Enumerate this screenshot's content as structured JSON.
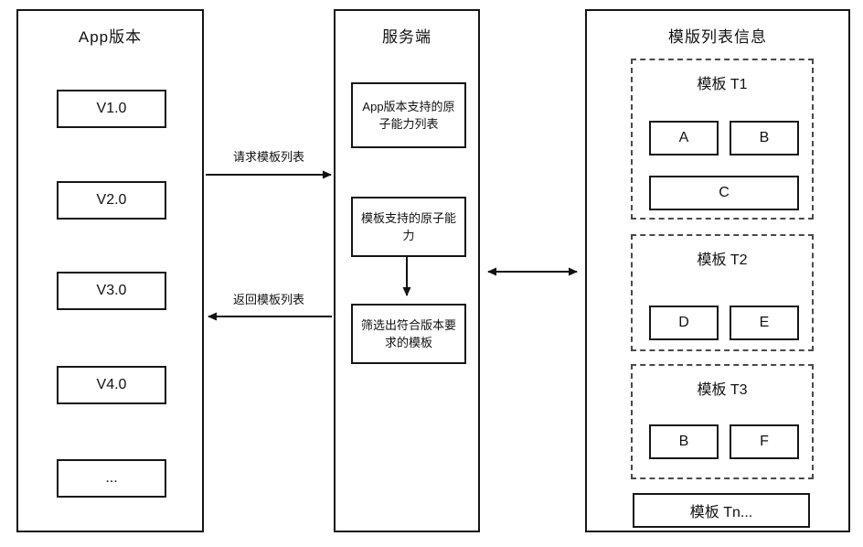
{
  "left_panel": {
    "title": "App版本",
    "versions": [
      "V1.0",
      "V2.0",
      "V3.0",
      "V4.0",
      "..."
    ]
  },
  "server_panel": {
    "title": "服务端",
    "capability_list_box": "App版本支持的原子能力列表",
    "intersect_symbol": "✕",
    "template_capability_box": "模板支持的原子能力",
    "filter_box": "筛选出符合版本要求的模板"
  },
  "right_panel": {
    "title": "模版列表信息",
    "templates": [
      {
        "label": "模板 T1",
        "row1": [
          "A",
          "B"
        ],
        "row2": [
          "C"
        ]
      },
      {
        "label": "模板 T2",
        "row1": [
          "D",
          "E"
        ]
      },
      {
        "label": "模板 T3",
        "row1": [
          "B",
          "F"
        ]
      }
    ],
    "more_box": "模板 Tn..."
  },
  "arrows": {
    "request_label": "请求模板列表",
    "return_label": "返回模板列表"
  }
}
